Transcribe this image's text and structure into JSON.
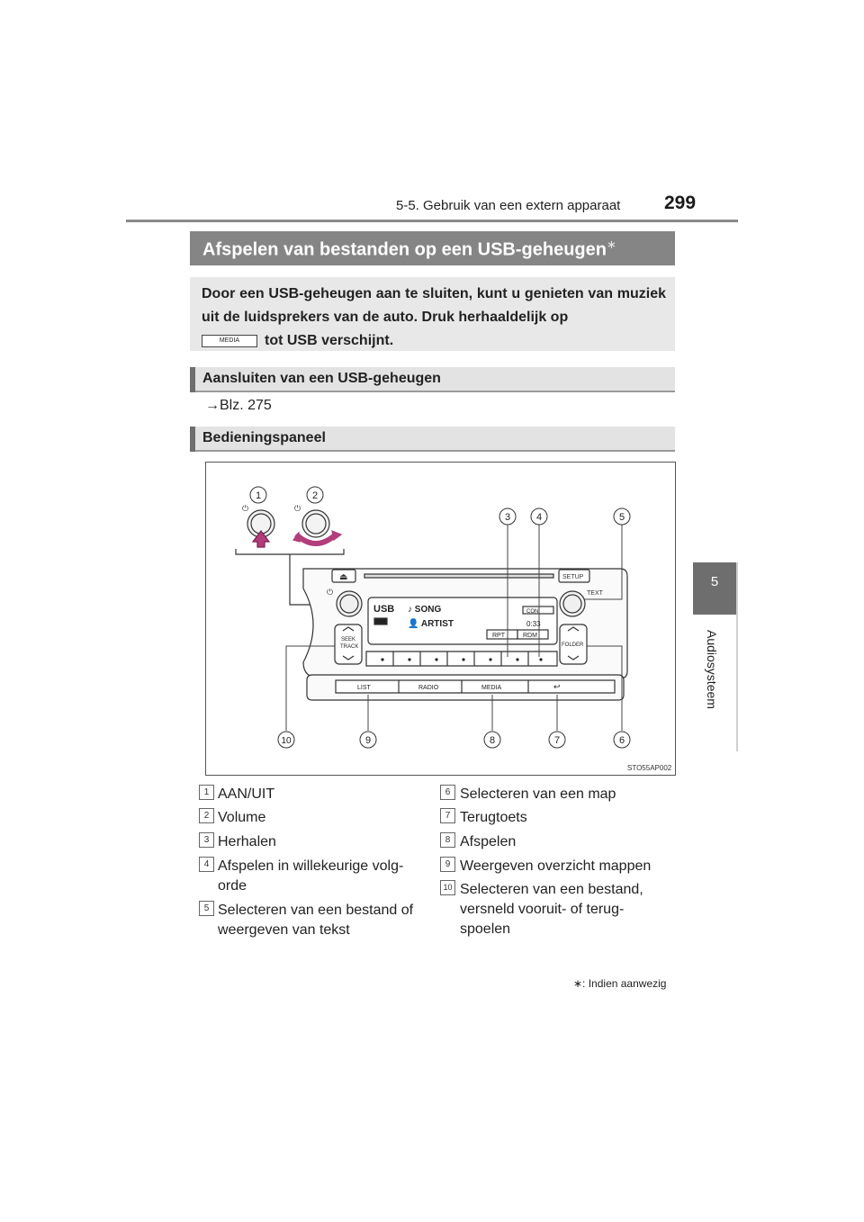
{
  "header": {
    "section": "5-5. Gebruik van een extern apparaat",
    "page_number": "299"
  },
  "side_tab": {
    "chapter_number": "5",
    "chapter_label": "Audiosysteem"
  },
  "title": {
    "text": "Afspelen van bestanden op een USB-geheugen",
    "asterisk": "∗"
  },
  "intro": {
    "text_before": "Door een USB-geheugen aan te sluiten, kunt u genieten van muziek uit de luidsprekers van de auto. Druk herhaaldelijk op",
    "button_label": "MEDIA",
    "text_after": "tot USB verschijnt."
  },
  "section_connect": {
    "heading": "Aansluiten van een USB-geheugen",
    "ref": "→Blz. 275"
  },
  "section_panel": {
    "heading": "Bedieningspaneel"
  },
  "figure": {
    "code": "STO55AP002",
    "callouts": [
      "1",
      "2",
      "3",
      "4",
      "5",
      "6",
      "7",
      "8",
      "9",
      "10"
    ],
    "panel": {
      "eject": "⏏",
      "setup": "SETUP",
      "text": "TEXT",
      "seek": "SEEK",
      "track": "TRACK",
      "folder": "FOLDER",
      "display_source": "USB",
      "display_song": "SONG",
      "display_artist": "ARTIST",
      "display_rpt": "RPT",
      "display_rdm": "RDM",
      "display_con": "CON",
      "display_time": "0:33",
      "bottom_buttons": [
        "LIST",
        "RADIO",
        "MEDIA",
        "↩"
      ]
    }
  },
  "legend_left": [
    {
      "num": "1",
      "text": "AAN/UIT"
    },
    {
      "num": "2",
      "text": "Volume"
    },
    {
      "num": "3",
      "text": "Herhalen"
    },
    {
      "num": "4",
      "text": "Afspelen in willekeurige volg-orde",
      "line1": "Afspelen in willekeurige volg-",
      "line2": "orde"
    },
    {
      "num": "5",
      "text": "Selecteren van een bestand of weergeven van tekst",
      "line1": "Selecteren van een bestand of",
      "line2": "weergeven van tekst"
    }
  ],
  "legend_right": [
    {
      "num": "6",
      "text": "Selecteren van een map"
    },
    {
      "num": "7",
      "text": "Terugtoets"
    },
    {
      "num": "8",
      "text": "Afspelen"
    },
    {
      "num": "9",
      "text": "Weergeven overzicht mappen"
    },
    {
      "num": "10",
      "text": "Selecteren van een bestand, versneld vooruit- of terug-spoelen",
      "line1": "Selecteren van een bestand,",
      "line2": "versneld vooruit- of terug-",
      "line3": "spoelen"
    }
  ],
  "footnote": "∗: Indien aanwezig"
}
